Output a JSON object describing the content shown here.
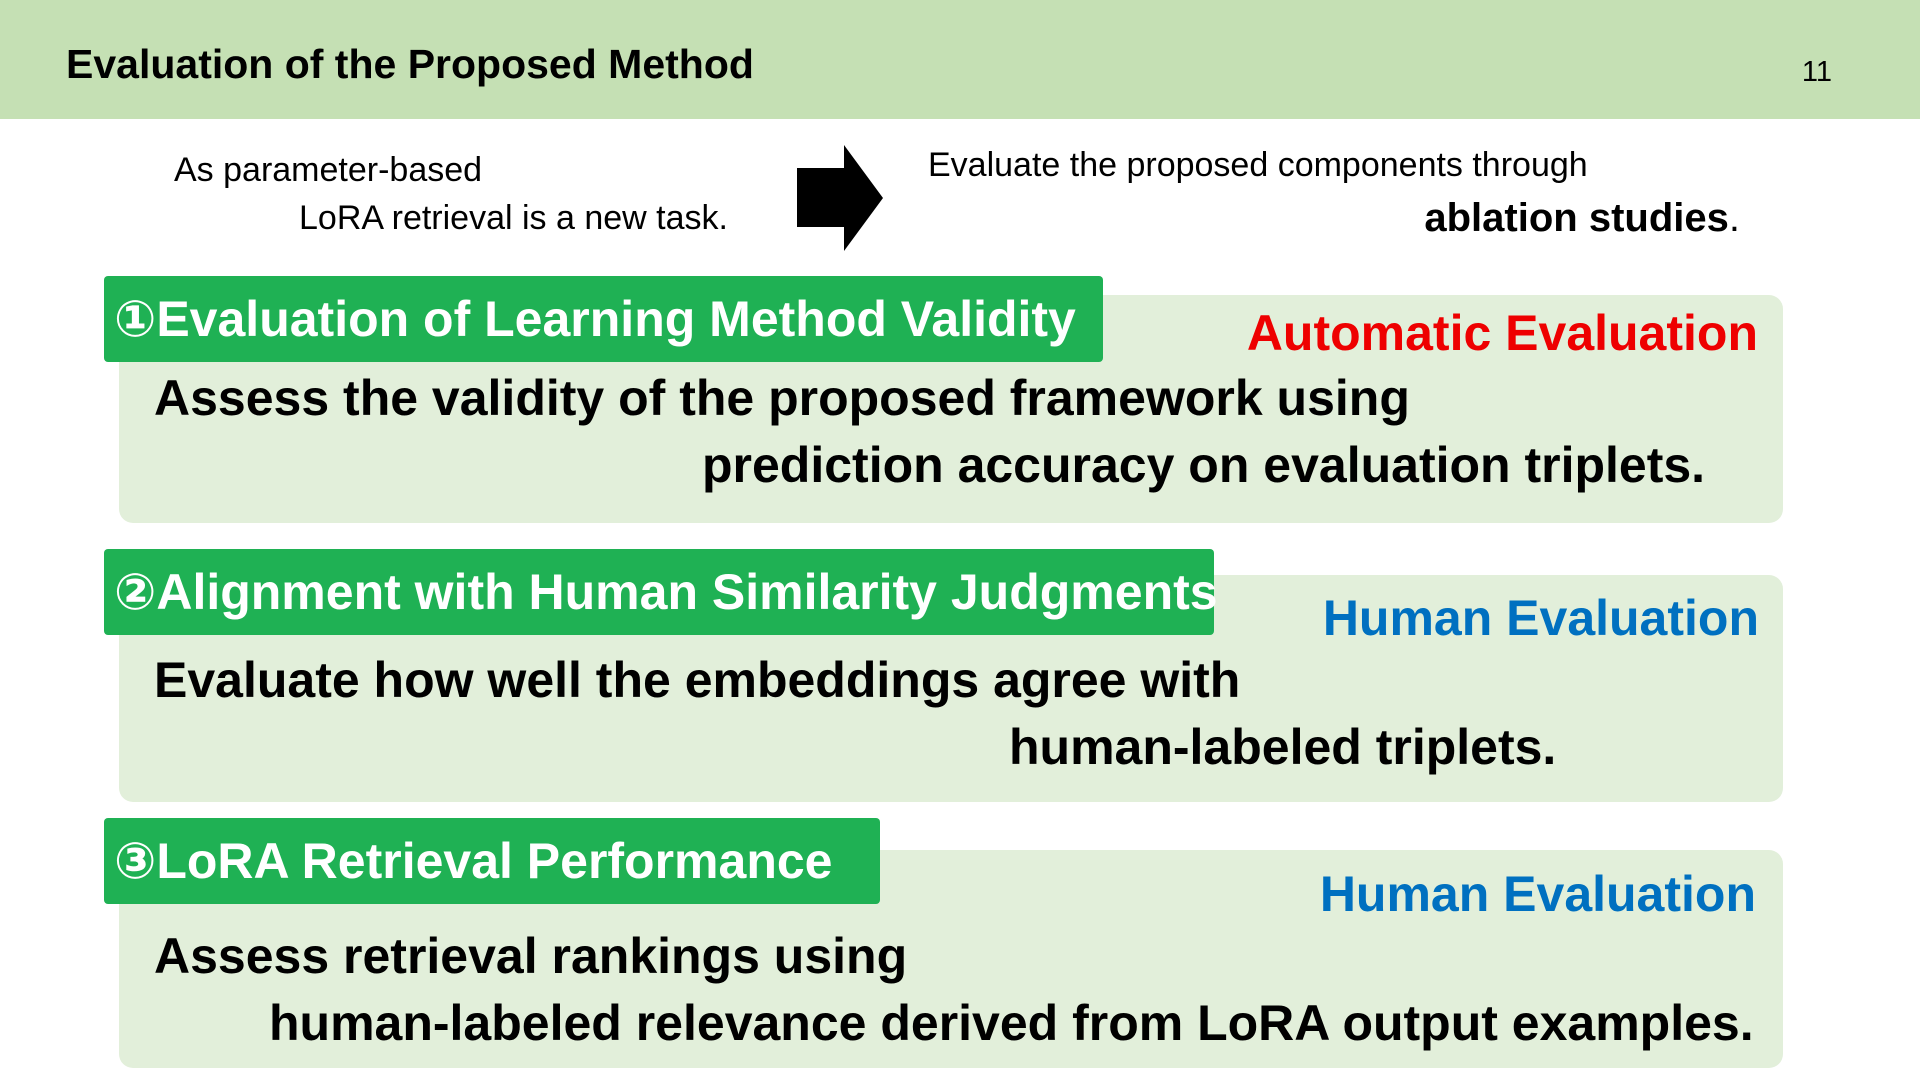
{
  "header": {
    "title": "Evaluation of the Proposed Method",
    "page_number": "11",
    "background_color": "#c5e0b4"
  },
  "intro": {
    "left_line1": "As parameter-based",
    "left_line2": "LoRA retrieval is a new task.",
    "arrow_icon": "right-arrow-icon",
    "right_line1": "Evaluate the proposed components through",
    "right_line2_bold": "ablation studies",
    "right_line2_suffix": "."
  },
  "sections": [
    {
      "tag": "①Evaluation of Learning Method Validity",
      "evaluation": "Automatic Evaluation",
      "evaluation_color": "#ee0000",
      "desc_line1": "Assess the validity of the proposed framework using",
      "desc_line2": "prediction accuracy on evaluation triplets."
    },
    {
      "tag": "②Alignment with Human Similarity Judgments",
      "evaluation": "Human Evaluation",
      "evaluation_color": "#0070c0",
      "desc_line1": "Evaluate how well the embeddings agree with",
      "desc_line2": "human-labeled triplets."
    },
    {
      "tag": "③LoRA Retrieval Performance",
      "evaluation": "Human Evaluation",
      "evaluation_color": "#0070c0",
      "desc_line1": "Assess retrieval rankings using",
      "desc_line2": "human-labeled relevance derived from LoRA output examples."
    }
  ],
  "colors": {
    "tag_green": "#1fb154",
    "card_green": "#e2efda"
  }
}
